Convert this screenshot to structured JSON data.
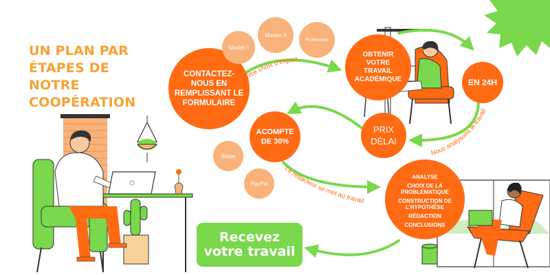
{
  "title": "UN PLAN PAR ÉTAPES DE NOTRE COOPÉRATION",
  "colors": {
    "accent_orange": "#ff6a13",
    "light_orange": "#f8b27a",
    "green": "#79d84b",
    "title_orange": "#f7a233"
  },
  "bubbles": {
    "contact": "CONTACTEZ-\nNOUS EN\nREMPLISSANT LE\nFORMULAIRE",
    "master_1": "Master I",
    "master_2": "Master II",
    "professeur": "Professeur",
    "obtenir": "OBTENIR\nVOTRE\nTRAVAIL\nACADÉMIQUE",
    "en_24h": "EN 24H",
    "prix_delai": "PRIX\nDÉLAI",
    "acompte": "ACOMPTE\nDE 30%",
    "stripe": "Stripe",
    "paypal": "PayPal"
  },
  "steps": [
    "ANALYSE",
    "CHOIX DE LA\nPROBLÉMATIQUE",
    "CONSTRUCTION DE\nL'HYPOTHÈSE",
    "RÉDACTION",
    "CONCLUSIONS"
  ],
  "arrow_labels": {
    "choix_expert": "Votre choix d'expert",
    "analysons": "Nous analysons le travail",
    "redacteur": "Le rédacteur se met au travail"
  },
  "cta": {
    "line1": "Recevez",
    "line2": "votre travail"
  }
}
